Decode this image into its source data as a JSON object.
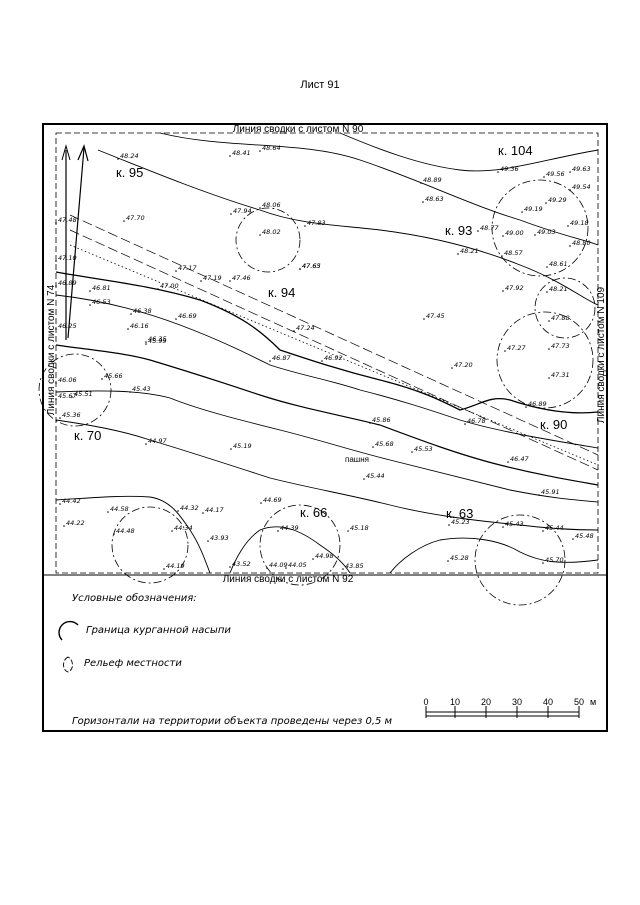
{
  "sheet_title": "Лист 91",
  "edges": {
    "top": "Линия сводки с листом N 90",
    "bottom": "Линия сводки с листом N 92",
    "left": "Линия сводки с листом N 74",
    "right": "Линия сводки с листом N 109"
  },
  "kurgans": [
    {
      "label": "к. 95"
    },
    {
      "label": "к. 104"
    },
    {
      "label": "к. 93"
    },
    {
      "label": "к. 94"
    },
    {
      "label": "к. 70"
    },
    {
      "label": "к. 90"
    },
    {
      "label": "к. 66"
    },
    {
      "label": "к. 63"
    }
  ],
  "land_label": "пашня",
  "elevations": [
    "48.24",
    "48.41",
    "48.64",
    "48.89",
    "48.63",
    "49.36",
    "49.56",
    "49.63",
    "49.54",
    "49.29",
    "49.19",
    "49.18",
    "48.77",
    "49.00",
    "49.03",
    "48.80",
    "48.21",
    "48.57",
    "48.61",
    "48.21",
    "47.48",
    "47.70",
    "47.94",
    "48.06",
    "48.02",
    "47.83",
    "47.65",
    "47.92",
    "47.88",
    "47.73",
    "47.31",
    "47.27",
    "47.10",
    "47.17",
    "47.19",
    "47.46",
    "47.63",
    "46.89",
    "46.81",
    "46.53",
    "47.00",
    "46.38",
    "46.69",
    "46.16",
    "46.35",
    "45.99",
    "47.24",
    "46.87",
    "46.92",
    "47.45",
    "47.20",
    "46.89",
    "46.78",
    "46.25",
    "46.06",
    "45.66",
    "45.67",
    "45.43",
    "45.51",
    "45.36",
    "44.97",
    "45.19",
    "45.86",
    "45.68",
    "45.53",
    "46.47",
    "45.44",
    "45.91",
    "44.42",
    "44.22",
    "44.58",
    "44.48",
    "44.32",
    "44.17",
    "44.34",
    "43.93",
    "44.69",
    "44.39",
    "45.18",
    "44.98",
    "45.23",
    "45.43",
    "45.44",
    "45.48",
    "45.28",
    "45.70",
    "44.19",
    "44.09",
    "43.52",
    "44.05",
    "43.85"
  ],
  "legend": {
    "title": "Условные обозначения:",
    "items": [
      {
        "label": "Граница курганной насыпи"
      },
      {
        "label": "Рельеф местности"
      }
    ]
  },
  "scale": {
    "ticks": [
      "0",
      "10",
      "20",
      "30",
      "40",
      "50"
    ],
    "unit": "м"
  },
  "contour_note": "Горизонтали на территории объекта проведены через 0,5 м"
}
